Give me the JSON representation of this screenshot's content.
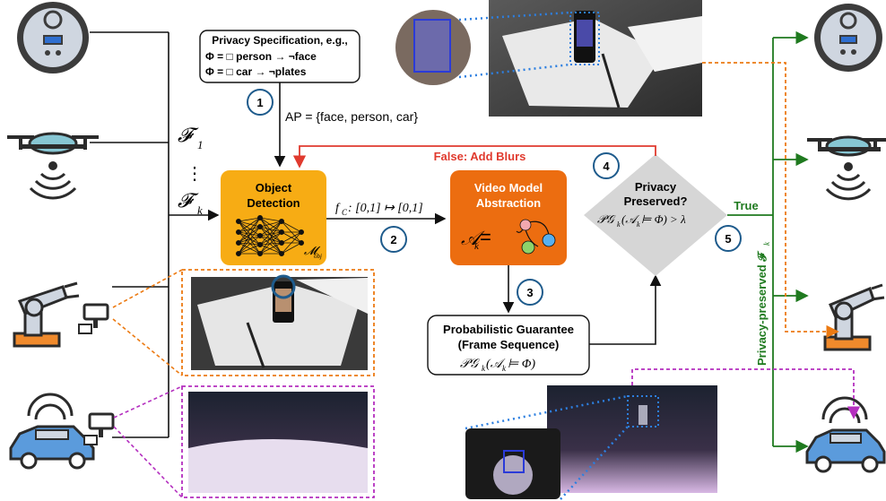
{
  "spec": {
    "title": "Privacy Specification, e.g.,",
    "formula1": "Φ = □ person → ¬face",
    "formula2": "Φ = □ car → ¬plates"
  },
  "ap_label": "AP = {face, person, car}",
  "feedback_label": "False: Add Blurs",
  "true_label": "True",
  "object_detection": {
    "line1": "Object",
    "line2": "Detection",
    "model_symbol": "𝓜",
    "model_sub": "obj"
  },
  "fc_label": "f",
  "fc_sub": "C",
  "fc_rest": " : [0,1] ↦ [0,1]",
  "video_model": {
    "line1": "Video Model",
    "line2": "Abstraction",
    "formula": "𝒜",
    "formula_sub": "k",
    "formula_eq": " ="
  },
  "privacy": {
    "line1": "Privacy",
    "line2": "Preserved?",
    "formula": "𝒫𝒢",
    "formula_sub": "k",
    "formula_rest": "(𝒜",
    "formula_sub2": "k",
    "formula_end": " ⊨ Φ) > λ"
  },
  "guarantee": {
    "line1": "Probabilistic Guarantee",
    "line2": "(Frame Sequence)",
    "formula": "𝒫𝒢",
    "formula_sub": "k",
    "formula_rest": "(𝒜",
    "formula_sub2": "k",
    "formula_end": " ⊨ Φ)"
  },
  "feeds": {
    "first": "𝓕",
    "first_sub": "1",
    "dots": "⋮",
    "last": "𝓕",
    "last_sub": "k"
  },
  "output_label": "Privacy-preserved 𝓕",
  "output_sub": "k",
  "steps": [
    "1",
    "2",
    "3",
    "4",
    "5"
  ],
  "colors": {
    "orange_box": "#f7ac14",
    "dark_orange_box": "#ec6d10",
    "diamond": "#d6d6d6",
    "red": "#e03a2e",
    "green": "#1f7a1f",
    "step_ring": "#1e5b8c",
    "orange_dash": "#ec7a12",
    "purple_dash": "#b42fbf",
    "blue_dot": "#2d7fe0"
  }
}
